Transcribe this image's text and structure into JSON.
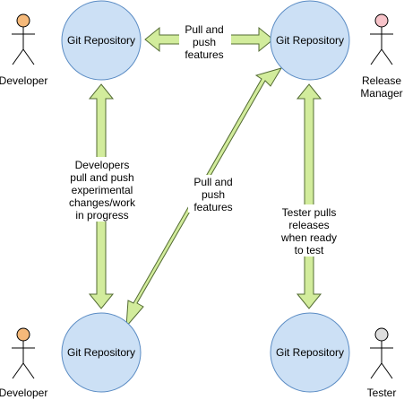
{
  "repositories": {
    "top_left": "Git Repository",
    "top_right": "Git Repository",
    "bottom_left": "Git Repository",
    "bottom_right": "Git Repository"
  },
  "actors": {
    "top_left": {
      "label": "Developer",
      "head_color": "#f5b97a"
    },
    "top_right": {
      "label_line1": "Release",
      "label_line2": "Manager",
      "head_color": "#f7c3c9"
    },
    "bottom_left": {
      "label": "Developer",
      "head_color": "#f5b97a"
    },
    "bottom_right": {
      "label": "Tester",
      "head_color": "#dedede"
    }
  },
  "arrows": {
    "top_horizontal": {
      "line1": "Pull and",
      "line2": "push",
      "line3": "features"
    },
    "left_vertical": {
      "line1": "Developers",
      "line2": "pull and push",
      "line3": "experimental",
      "line4": "changes/work",
      "line5": "in progress"
    },
    "diagonal": {
      "line1": "Pull and",
      "line2": "push",
      "line3": "features"
    },
    "right_vertical": {
      "line1": "Tester pulls",
      "line2": "releases",
      "line3": "when ready",
      "line4": "to test"
    }
  },
  "colors": {
    "repo_fill": "#cce0f5",
    "repo_stroke": "#5b8cc4",
    "arrow_fill": "#d2ec9c",
    "arrow_stroke": "#536b32"
  }
}
